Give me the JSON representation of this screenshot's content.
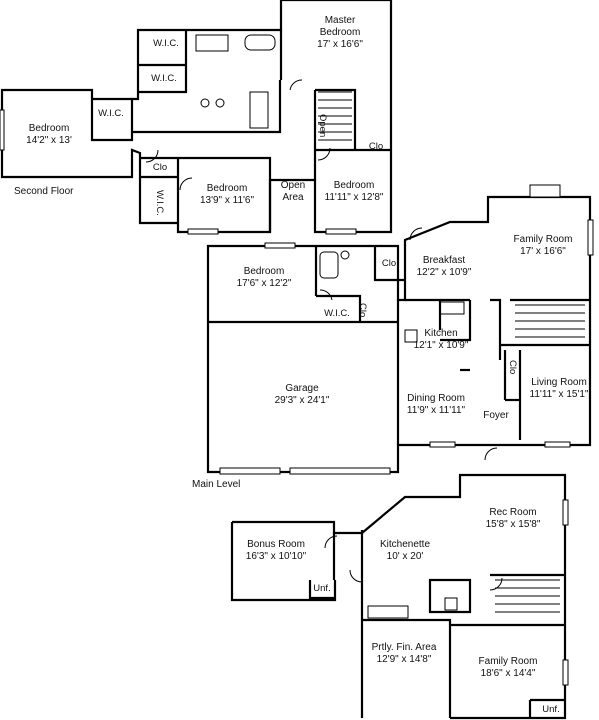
{
  "floors": {
    "second": "Second Floor",
    "main": "Main Level"
  },
  "rooms": {
    "master_bedroom": {
      "name1": "Master",
      "name2": "Bedroom",
      "dims": "17' x 16'6\""
    },
    "wic_master": {
      "name": "W.I.C."
    },
    "wic_second": {
      "name": "W.I.C."
    },
    "bedroom_west": {
      "name": "Bedroom",
      "dims": "14'2\" x 13'"
    },
    "wic_west": {
      "name": "W.I.C."
    },
    "clo_upper": {
      "name": "Clo"
    },
    "wic_vertical": {
      "name": "W.I.C."
    },
    "bedroom_center": {
      "name": "Bedroom",
      "dims": "13'9\" x 11'6\""
    },
    "open_area": {
      "name1": "Open",
      "name2": "Area"
    },
    "bedroom_east": {
      "name": "Bedroom",
      "dims": "11'11\" x 12'8\""
    },
    "clo_east": {
      "name": "Clo"
    },
    "open_label": {
      "name": "Open"
    },
    "bedroom_main": {
      "name": "Bedroom",
      "dims": "17'6\" x 12'2\""
    },
    "clo_main": {
      "name": "Clo"
    },
    "wic_main": {
      "name": "W.I.C."
    },
    "clo_small": {
      "name": "Clo"
    },
    "breakfast": {
      "name": "Breakfast",
      "dims": "12'2\" x 10'9\""
    },
    "family_room_main": {
      "name": "Family Room",
      "dims": "17' x 16'6\""
    },
    "kitchen": {
      "name": "Kitchen",
      "dims": "12'1\" x 10'9\""
    },
    "clo_foyer": {
      "name": "Clo"
    },
    "living_room": {
      "name": "Living Room",
      "dims": "11'11\" x 15'1\""
    },
    "garage": {
      "name": "Garage",
      "dims": "29'3\" x 24'1\""
    },
    "dining_room": {
      "name": "Dining Room",
      "dims": "11'9\" x 11'11\""
    },
    "foyer": {
      "name": "Foyer"
    },
    "rec_room": {
      "name": "Rec Room",
      "dims": "15'8\" x 15'8\""
    },
    "bonus_room": {
      "name": "Bonus Room",
      "dims": "16'3\" x 10'10\""
    },
    "kitchenette": {
      "name": "Kitchenette",
      "dims": "10' x 20'"
    },
    "unf_1": {
      "name": "Unf."
    },
    "prtly_fin": {
      "name": "Prtly. Fin. Area",
      "dims": "12'9\" x 14'8\""
    },
    "family_room_lower": {
      "name": "Family Room",
      "dims": "18'6\" x 14'4\""
    },
    "unf_2": {
      "name": "Unf."
    }
  }
}
